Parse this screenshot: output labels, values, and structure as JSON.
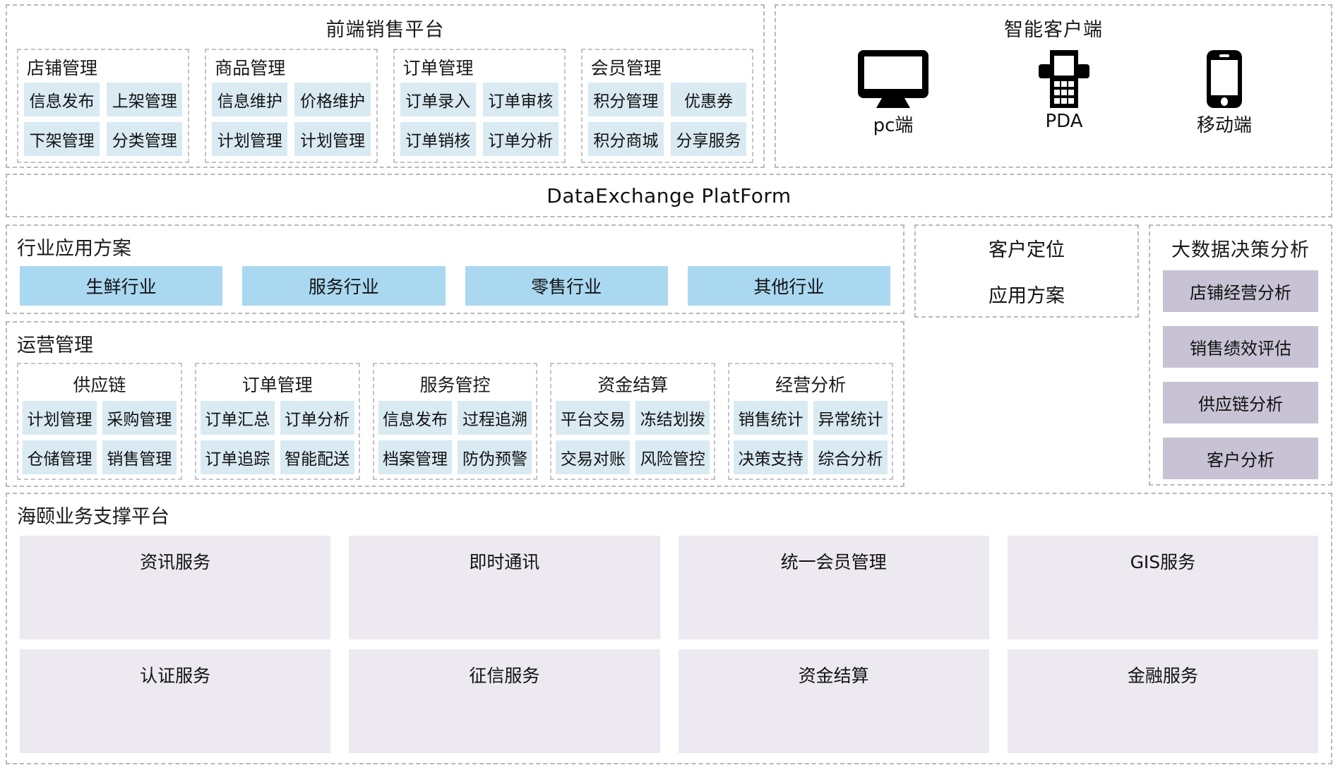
{
  "frontend": {
    "title": "前端销售平台",
    "groups": [
      {
        "title": "店铺管理",
        "items": [
          "信息发布",
          "上架管理",
          "下架管理",
          "分类管理"
        ]
      },
      {
        "title": "商品管理",
        "items": [
          "信息维护",
          "价格维护",
          "计划管理",
          "计划管理"
        ]
      },
      {
        "title": "订单管理",
        "items": [
          "订单录入",
          "订单审核",
          "订单销核",
          "订单分析"
        ]
      },
      {
        "title": "会员管理",
        "items": [
          "积分管理",
          "优惠券",
          "积分商城",
          "分享服务"
        ]
      }
    ]
  },
  "clients": {
    "title": "智能客户端",
    "items": [
      {
        "label": "pc端",
        "icon": "monitor-icon"
      },
      {
        "label": "PDA",
        "icon": "pda-icon"
      },
      {
        "label": "移动端",
        "icon": "mobile-icon"
      }
    ]
  },
  "dataexchange": {
    "title": "DataExchange  PlatForm"
  },
  "industry": {
    "title": "行业应用方案",
    "items": [
      "生鲜行业",
      "服务行业",
      "零售行业",
      "其他行业"
    ]
  },
  "customer_position": {
    "line1": "客户定位",
    "line2": "应用方案"
  },
  "bigdata": {
    "title": "大数据决策分析",
    "items": [
      "店铺经营分析",
      "销售绩效评估",
      "供应链分析",
      "客户分析"
    ]
  },
  "operations": {
    "title": "运营管理",
    "groups": [
      {
        "title": "供应链",
        "items": [
          "计划管理",
          "采购管理",
          "仓储管理",
          "销售管理"
        ]
      },
      {
        "title": "订单管理",
        "items": [
          "订单汇总",
          "订单分析",
          "订单追踪",
          "智能配送"
        ]
      },
      {
        "title": "服务管控",
        "items": [
          "信息发布",
          "过程追溯",
          "档案管理",
          "防伪预警"
        ]
      },
      {
        "title": "资金结算",
        "items": [
          "平台交易",
          "冻结划拨",
          "交易对账",
          "风险管控"
        ]
      },
      {
        "title": "经营分析",
        "items": [
          "销售统计",
          "异常统计",
          "决策支持",
          "综合分析"
        ]
      }
    ]
  },
  "support": {
    "title": "海颐业务支撑平台",
    "items": [
      "资讯服务",
      "即时通讯",
      "统一会员管理",
      "GIS服务",
      "认证服务",
      "征信服务",
      "资金结算",
      "金融服务"
    ]
  },
  "colors": {
    "chip_blue": "#d9eaf3",
    "chip_lightblue": "#aad8f0",
    "chip_purple": "#c7c2d4",
    "chip_lavender": "#ece9f1",
    "border_dash": "#b9b9b9"
  }
}
